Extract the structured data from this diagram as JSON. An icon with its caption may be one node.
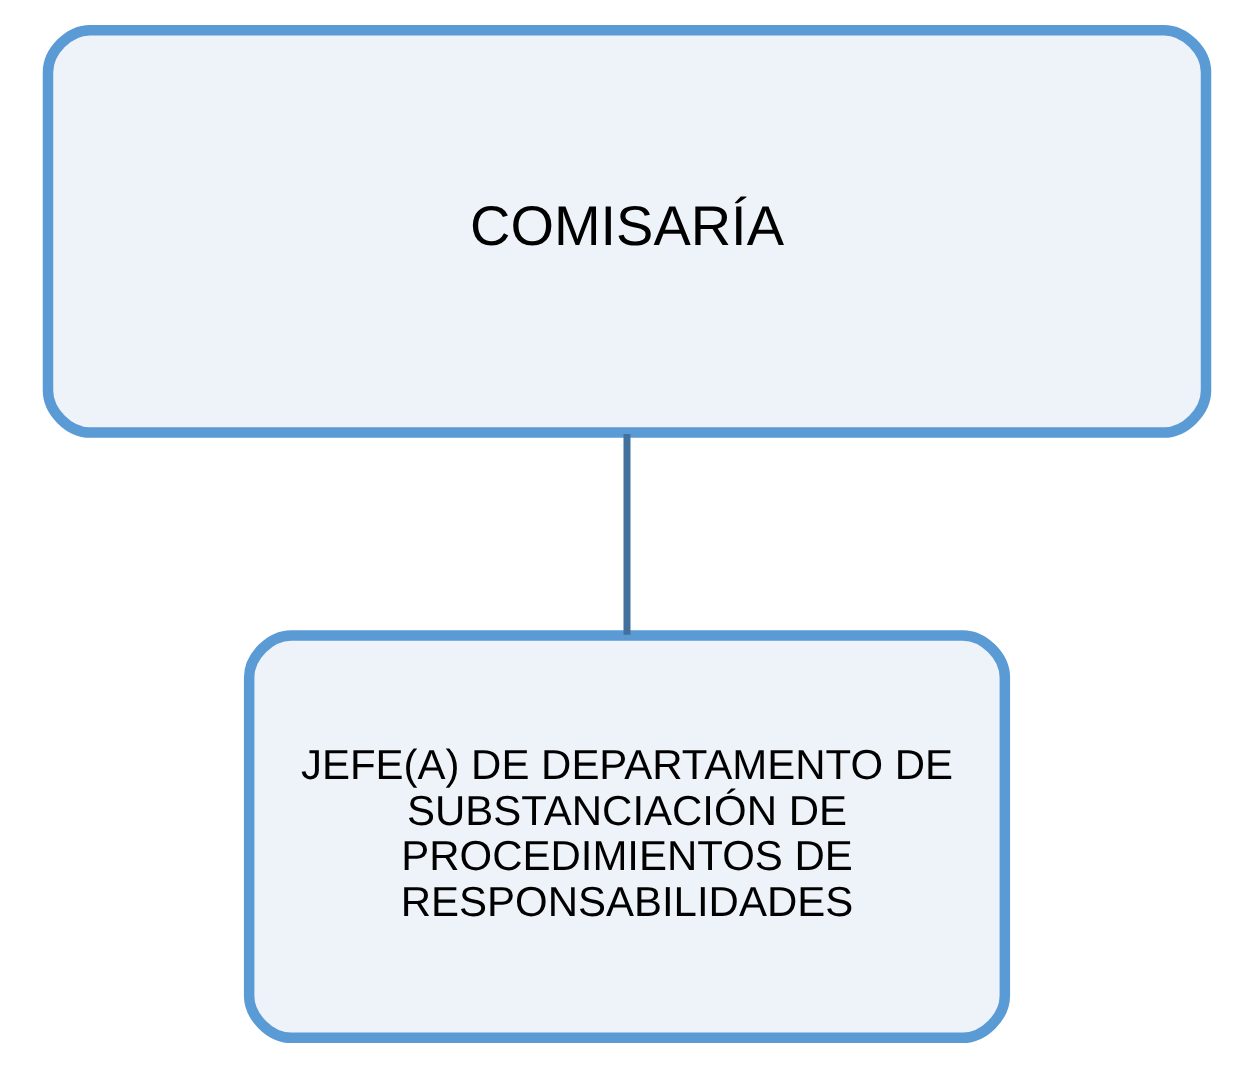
{
  "diagram": {
    "nodes": [
      {
        "text": [
          "COMISARÍA"
        ]
      },
      {
        "text": [
          "JEFE(A) DE DEPARTAMENTO DE SUBSTANCIACIÓN DE PROCEDIMIENTOS DE RESPONSABILIDADES"
        ]
      }
    ],
    "edges": [
      {
        "from": 0,
        "to": 1,
        "arrow": "none"
      }
    ]
  }
}
